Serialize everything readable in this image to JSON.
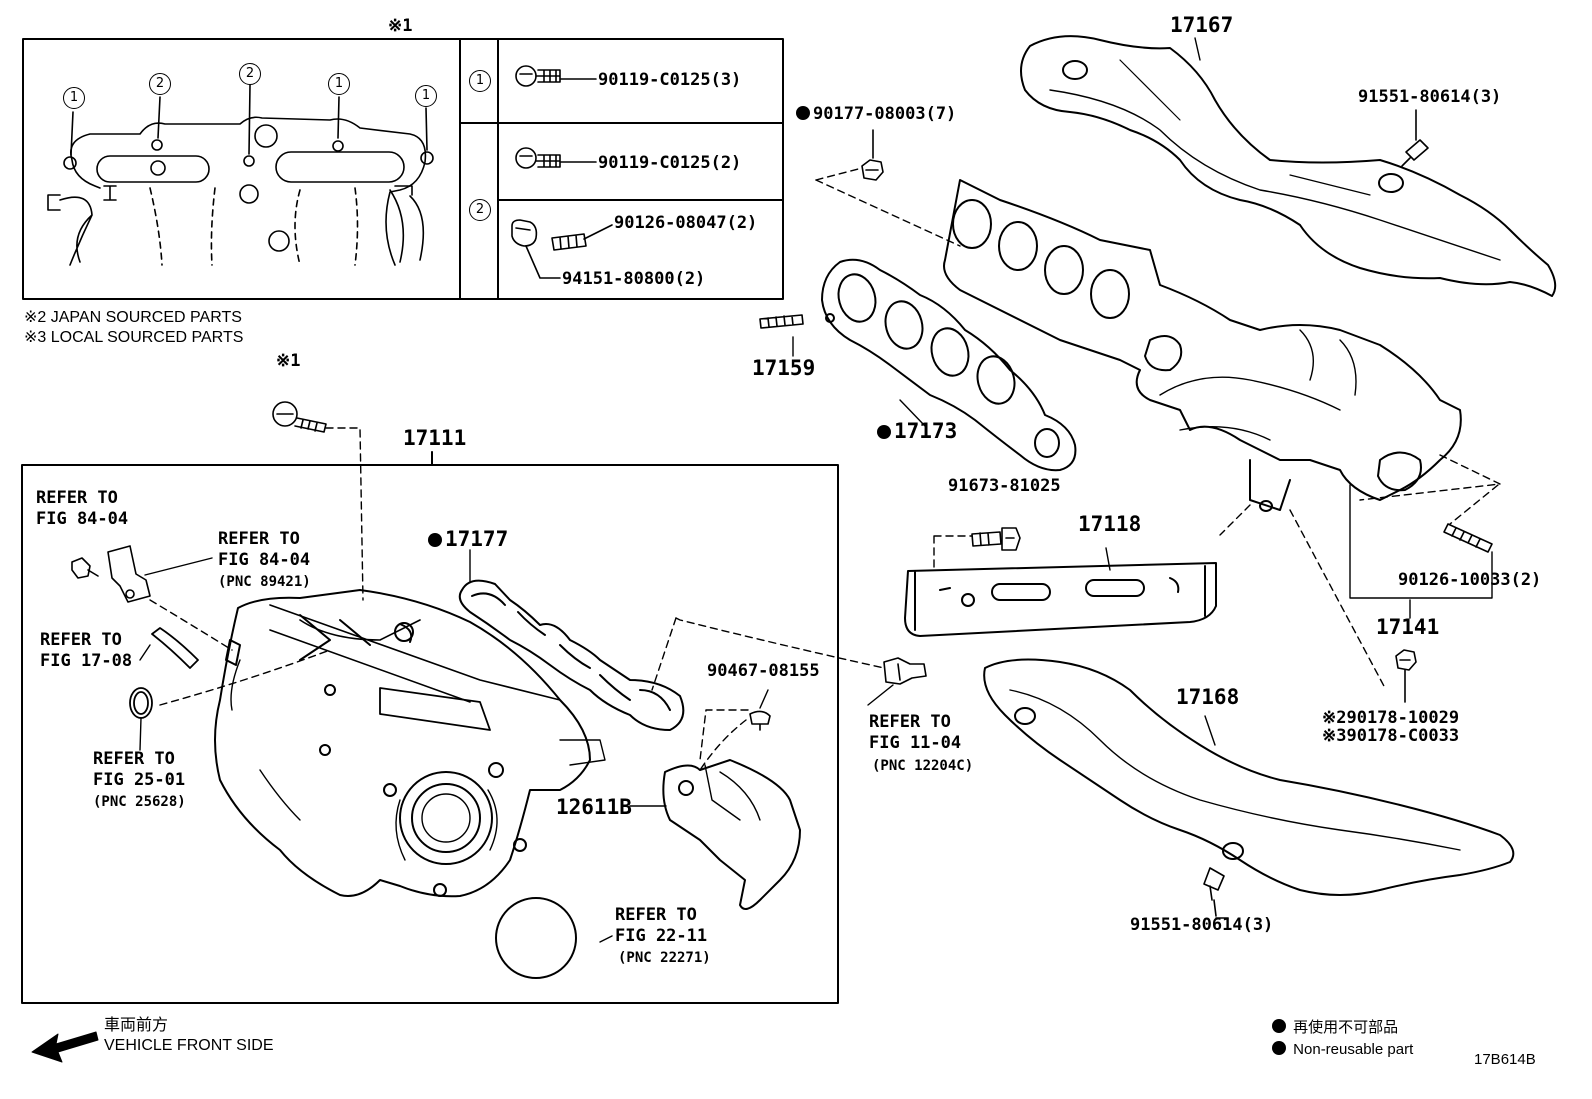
{
  "inset": {
    "ref_mark": "※1",
    "circle_1": "1",
    "circle_2": "2",
    "rows": [
      {
        "key": "1",
        "part": "90119-C0125(3)"
      },
      {
        "key": "2",
        "part": "90119-C0125(2)"
      },
      {
        "key": "2",
        "part": "90126-08047(2)"
      },
      {
        "key": "2",
        "part": "94151-80800(2)"
      }
    ]
  },
  "notes": {
    "japan": "※2  JAPAN SOURCED PARTS",
    "local": "※3  LOCAL SOURCED PARTS",
    "bolt_mark": "※1"
  },
  "parts": {
    "p17167": "17167",
    "p91551_top": "91551-80614(3)",
    "p90177": "90177-08003(7)",
    "p17159": "17159",
    "p17173": "17173",
    "p91673": "91673-81025",
    "p17118": "17118",
    "p90126_10033": "90126-10033(2)",
    "p17141": "17141",
    "p17168": "17168",
    "p90178_a": "※290178-10029",
    "p90178_b": "※390178-C0033",
    "p91551_bot": "91551-80614(3)",
    "p17111": "17111",
    "p17177": "17177",
    "p90467": "90467-08155",
    "p12611b": "12611B"
  },
  "refs": {
    "r1": {
      "l1": "REFER TO",
      "l2": "FIG 84-04"
    },
    "r2": {
      "l1": "REFER TO",
      "l2": "FIG 84-04",
      "pnc": "(PNC 89421)"
    },
    "r3": {
      "l1": "REFER TO",
      "l2": "FIG 17-08"
    },
    "r4": {
      "l1": "REFER TO",
      "l2": "FIG 25-01",
      "pnc": "(PNC 25628)"
    },
    "r5": {
      "l1": "REFER TO",
      "l2": "FIG 11-04",
      "pnc": "(PNC 12204C)"
    },
    "r6": {
      "l1": "REFER TO",
      "l2": "FIG 22-11",
      "pnc": "(PNC 22271)"
    }
  },
  "footer": {
    "front_jp": "車両前方",
    "front_en": "VEHICLE FRONT SIDE",
    "legend_jp": "再使用不可部品",
    "legend_en": "Non-reusable part",
    "fig_id": "17B614B"
  }
}
